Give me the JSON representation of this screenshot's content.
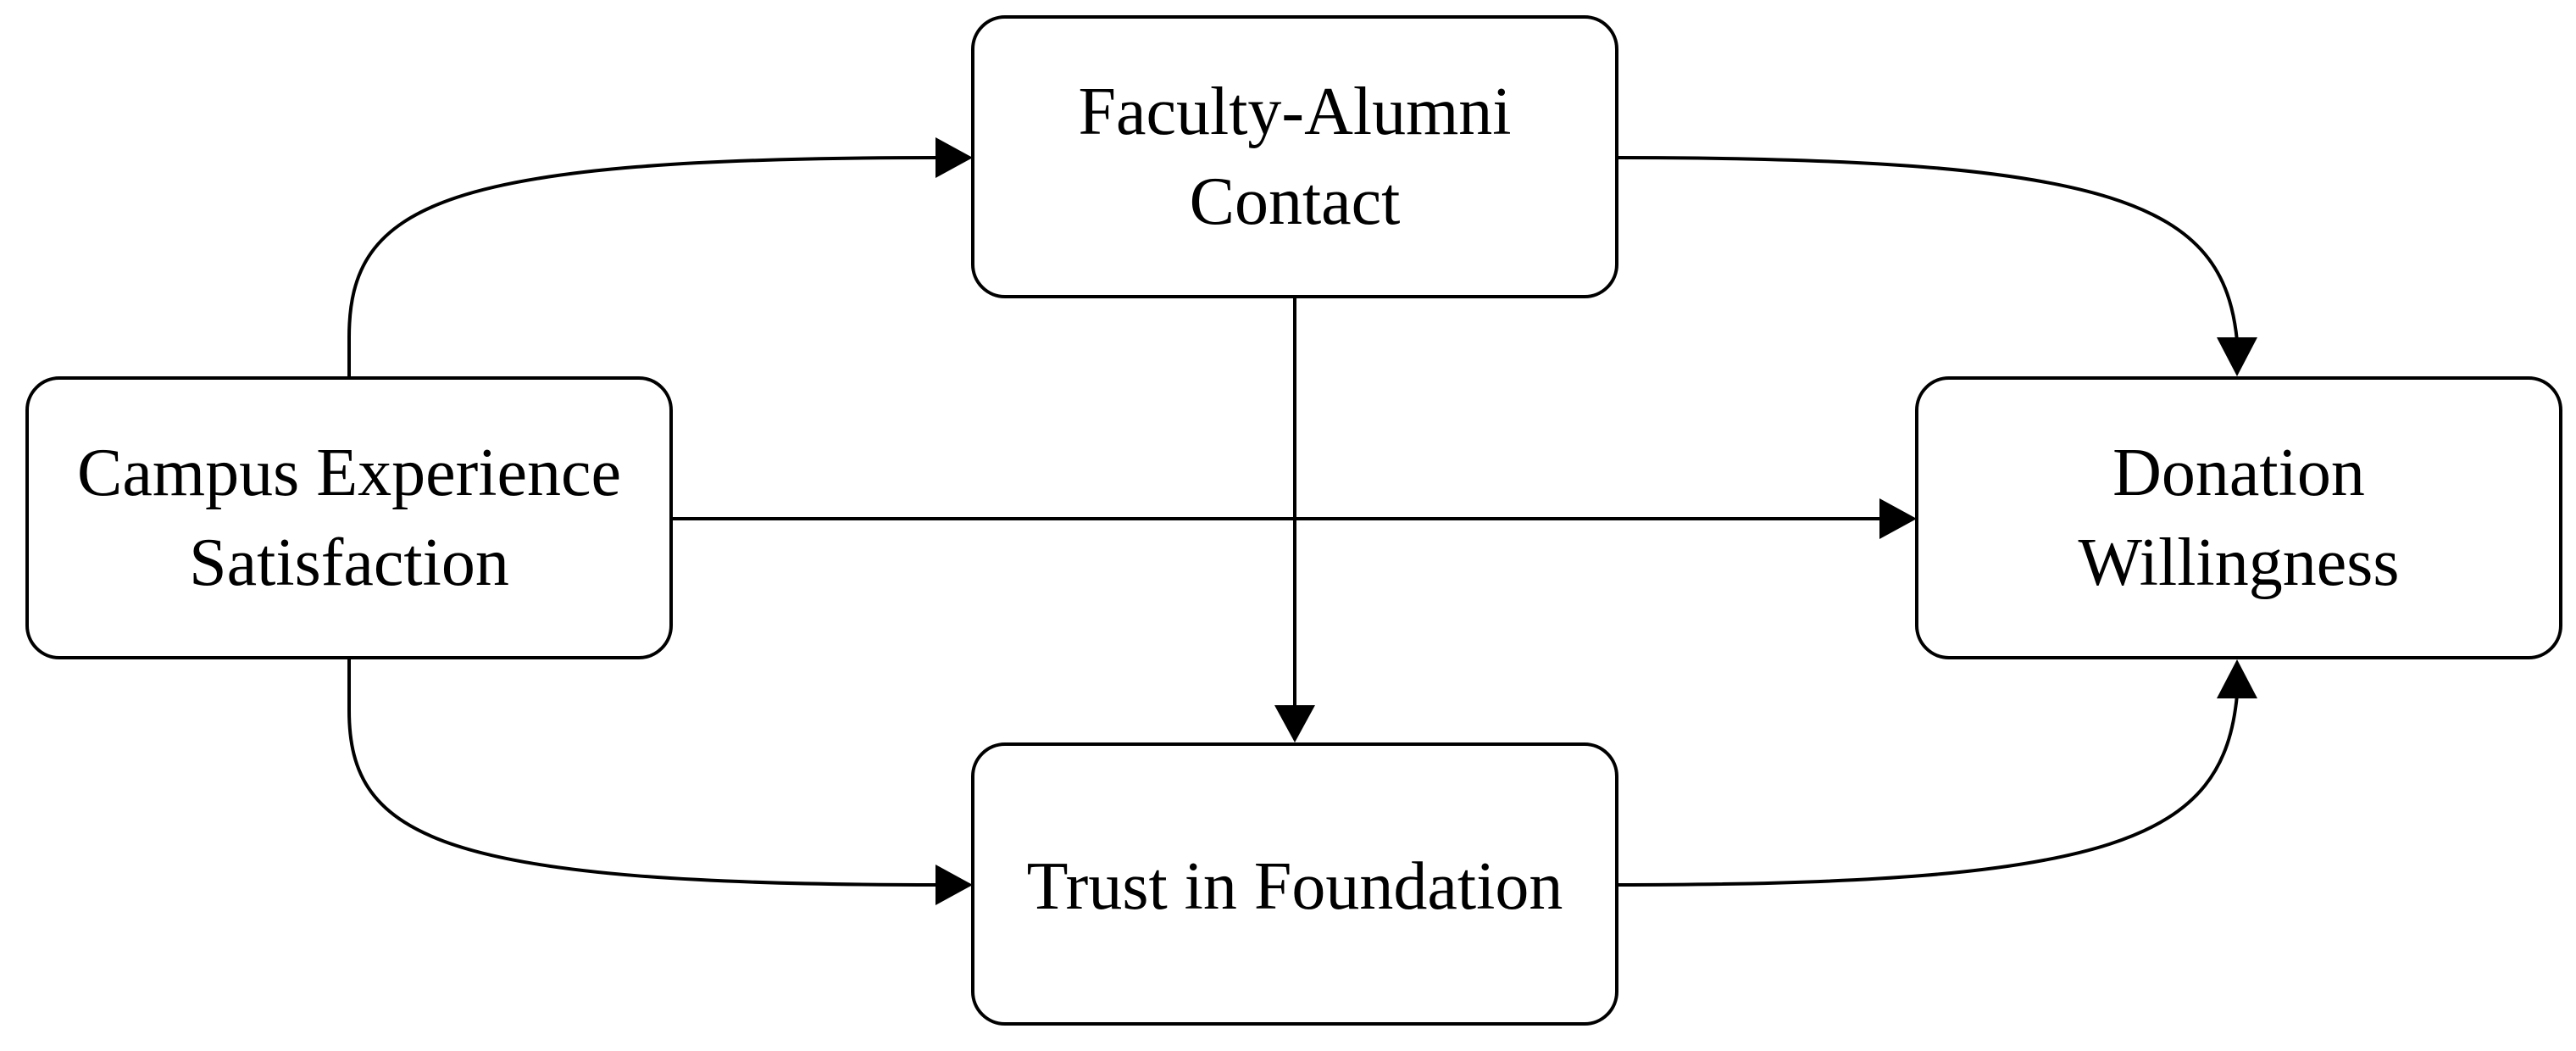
{
  "diagram": {
    "nodes": {
      "campus_experience": {
        "line1": "Campus Experience",
        "line2": "Satisfaction"
      },
      "faculty_alumni": {
        "line1": "Faculty-Alumni",
        "line2": "Contact"
      },
      "donation": {
        "line1": "Donation",
        "line2": "Willingness"
      },
      "trust": {
        "line1": "Trust in Foundation"
      }
    },
    "edges": [
      {
        "from": "Campus Experience Satisfaction",
        "to": "Faculty-Alumni Contact"
      },
      {
        "from": "Campus Experience Satisfaction",
        "to": "Donation Willingness"
      },
      {
        "from": "Campus Experience Satisfaction",
        "to": "Trust in Foundation"
      },
      {
        "from": "Faculty-Alumni Contact",
        "to": "Donation Willingness"
      },
      {
        "from": "Faculty-Alumni Contact",
        "to": "Trust in Foundation"
      },
      {
        "from": "Trust in Foundation",
        "to": "Donation Willingness"
      }
    ],
    "colors": {
      "stroke": "#000000",
      "background": "#ffffff"
    }
  }
}
